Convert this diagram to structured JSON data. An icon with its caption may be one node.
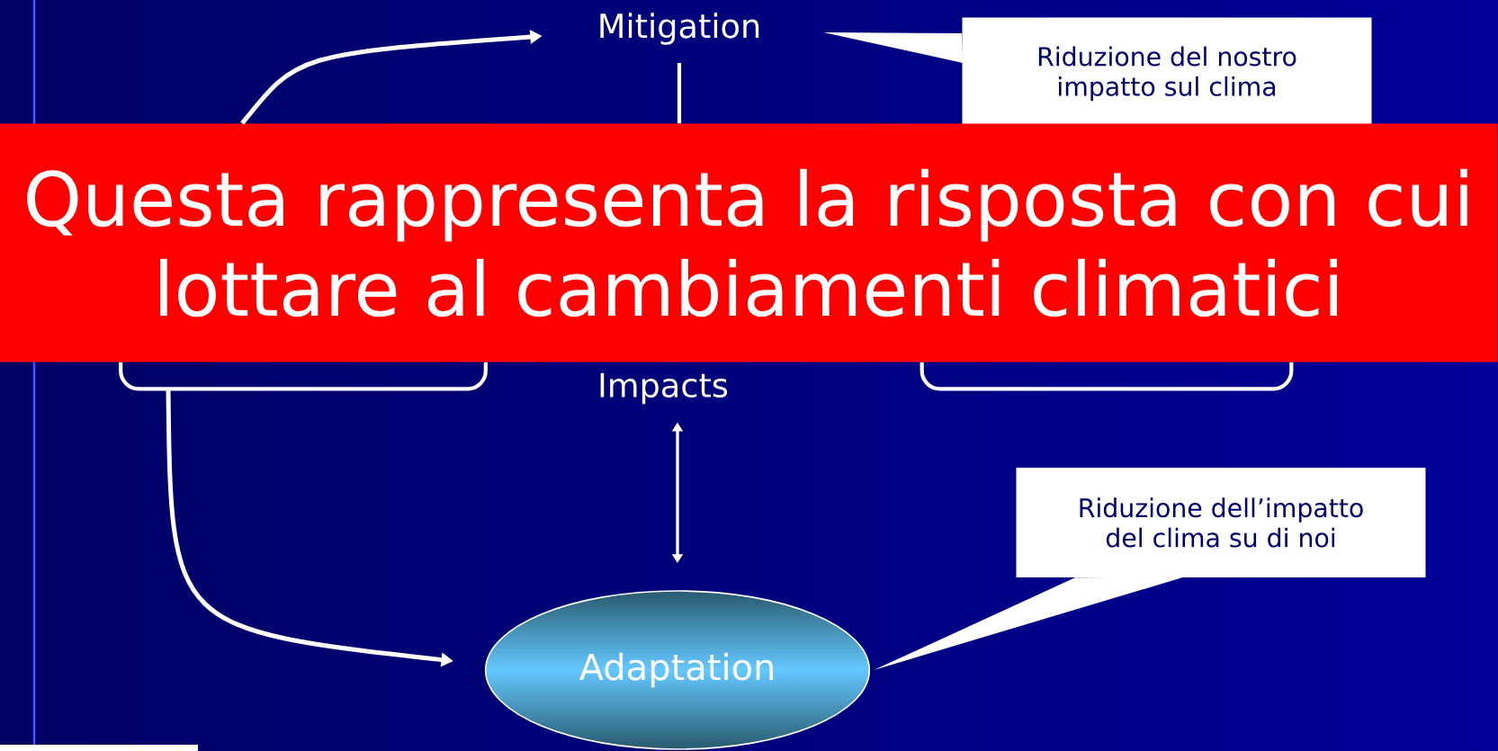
{
  "diagram": {
    "nodes": [
      {
        "text": [
          "Mitigation"
        ]
      },
      {
        "text": [
          "Riduzione del nostro impatto sul clima"
        ]
      },
      {
        "text": [],
        "shape": "box"
      },
      {
        "text": [],
        "shape": "box"
      },
      {
        "text": [
          "Questa rappresenta la risposta con cui lottare al cambiamenti climatici"
        ]
      },
      {
        "text": [
          "Impacts"
        ]
      },
      {
        "text": [
          "Riduzione dell’impatto del clima su di noi"
        ]
      },
      {
        "text": [
          "Adaptation"
        ]
      }
    ],
    "edges": [
      {
        "from": 4,
        "to": 0,
        "arrow": "to"
      },
      {
        "from": 2,
        "to": 7,
        "arrow": "to"
      },
      {
        "from": 0,
        "to": 4,
        "arrow": "none"
      },
      {
        "from": 5,
        "to": 7,
        "arrow": "both"
      },
      {
        "from": 1,
        "to": 0,
        "arrow": "none"
      },
      {
        "from": 6,
        "to": 7,
        "arrow": "none"
      }
    ]
  }
}
